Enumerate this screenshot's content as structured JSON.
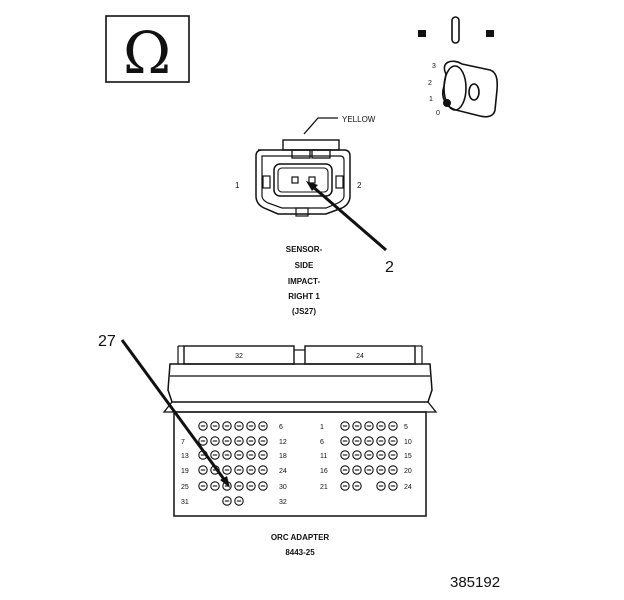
{
  "symbols": {
    "ohm": "Ω",
    "ignition_positions": [
      "3",
      "2",
      "1",
      "0"
    ]
  },
  "connector": {
    "wire_color": "YELLOW",
    "pin_left": "1",
    "pin_right": "2",
    "callout": "2",
    "name_lines": [
      "SENSOR-",
      "SIDE",
      "IMPACT-",
      "RIGHT 1",
      "(JS27)"
    ]
  },
  "adapter": {
    "callout": "27",
    "left_header": "32",
    "right_header": "24",
    "left_row_start": [
      "",
      "7",
      "13",
      "19",
      "25",
      "31"
    ],
    "left_row_end": [
      "6",
      "12",
      "18",
      "24",
      "30",
      "32"
    ],
    "right_row_start": [
      "1",
      "6",
      "11",
      "16",
      "21"
    ],
    "right_row_end": [
      "5",
      "10",
      "15",
      "20",
      "24"
    ],
    "name": "ORC ADAPTER",
    "part_number": "8443-25"
  },
  "figure_number": "385192"
}
